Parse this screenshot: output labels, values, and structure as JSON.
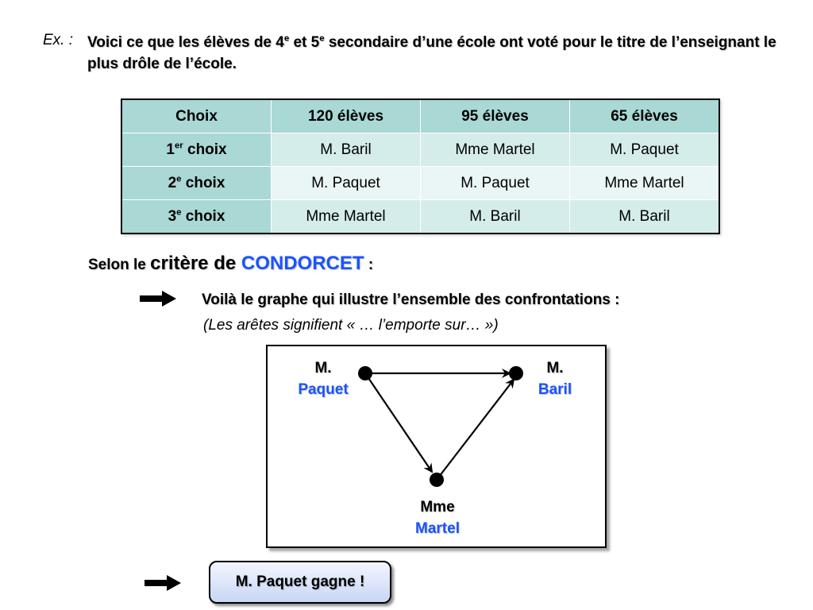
{
  "intro": {
    "ex_label": "Ex. :",
    "text_part1": "Voici ce que les élèves de 4",
    "sup1": "e",
    "text_part2": " et 5",
    "sup2": "e",
    "text_part3": " secondaire d’une école ont voté pour le titre de l’enseignant le plus drôle de l’école."
  },
  "table": {
    "headers": [
      "Choix",
      "120 élèves",
      "95 élèves",
      "65 élèves"
    ],
    "rows": [
      {
        "choice_num": "1",
        "choice_sup": "er",
        "choice_word": " choix",
        "cells": [
          "M. Baril",
          "Mme Martel",
          "M. Paquet"
        ]
      },
      {
        "choice_num": "2",
        "choice_sup": "e",
        "choice_word": " choix",
        "cells": [
          "M. Paquet",
          "M. Paquet",
          "Mme Martel"
        ]
      },
      {
        "choice_num": "3",
        "choice_sup": "e",
        "choice_word": " choix",
        "cells": [
          "Mme Martel",
          "M. Baril",
          "M. Baril"
        ]
      }
    ]
  },
  "criterion": {
    "part1": "Selon le ",
    "part2": "critère de ",
    "part3": "CONDORCET",
    "part4": " :"
  },
  "graph": {
    "title": "Voilà le graphe qui illustre l’ensemble des confrontations :",
    "note": "(Les arêtes signifient « … l’emporte sur… »)",
    "nodes": {
      "paquet": {
        "line1": "M.",
        "line2": "Paquet"
      },
      "baril": {
        "line1": "M.",
        "line2": "Baril"
      },
      "martel": {
        "line1": "Mme",
        "line2": "Martel"
      }
    },
    "edges": [
      {
        "from": "paquet",
        "to": "baril"
      },
      {
        "from": "paquet",
        "to": "martel"
      },
      {
        "from": "martel",
        "to": "baril"
      }
    ]
  },
  "result": {
    "text": "M. Paquet gagne !"
  }
}
